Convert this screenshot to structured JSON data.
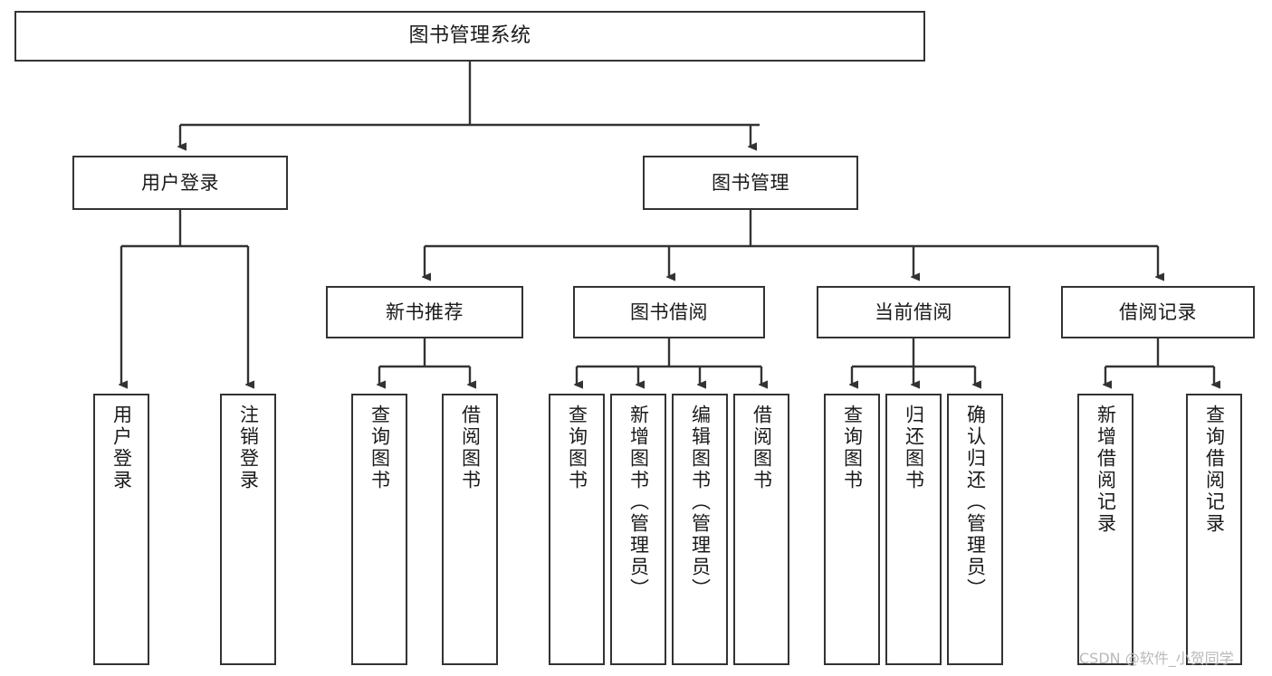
{
  "diagram": {
    "type": "tree-hierarchy-chart",
    "title": "图书管理系统",
    "background_color": "#ffffff",
    "box_border_color": "#333333",
    "edge_color": "#333333",
    "text_color": "#1a1a1a"
  },
  "root": {
    "label": "图书管理系统"
  },
  "level1": [
    {
      "label": "用户登录"
    },
    {
      "label": "图书管理"
    }
  ],
  "level2": [
    {
      "label": "新书推荐"
    },
    {
      "label": "图书借阅"
    },
    {
      "label": "当前借阅"
    },
    {
      "label": "借阅记录"
    }
  ],
  "leaves": {
    "user_login": [
      {
        "label": "用户登录"
      },
      {
        "label": "注销登录"
      }
    ],
    "new_book_recommend": [
      {
        "label": "查询图书"
      },
      {
        "label": "借阅图书"
      }
    ],
    "book_borrow": [
      {
        "label": "查询图书"
      },
      {
        "label": "新增图书（管理员）"
      },
      {
        "label": "编辑图书（管理员）"
      },
      {
        "label": "借阅图书"
      }
    ],
    "current_borrow": [
      {
        "label": "查询图书"
      },
      {
        "label": "归还图书"
      },
      {
        "label": "确认归还（管理员）"
      }
    ],
    "borrow_record": [
      {
        "label": "新增借阅记录"
      },
      {
        "label": "查询借阅记录"
      }
    ]
  },
  "watermark": {
    "text": "CSDN @软件_小贺同学"
  }
}
